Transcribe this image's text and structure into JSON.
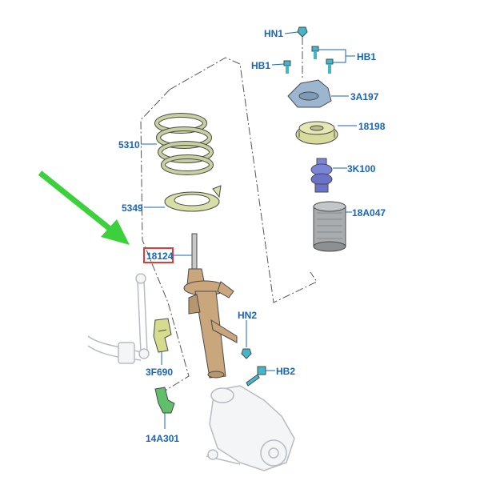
{
  "callouts": {
    "hn1": "HN1",
    "hb1_left": "HB1",
    "hb1_right": "HB1",
    "part_3a197": "3A197",
    "part_18198": "18198",
    "part_3k100": "3K100",
    "part_18a047": "18A047",
    "part_5310": "5310",
    "part_5349": "5349",
    "part_18124": "18124",
    "hn2": "HN2",
    "hb2": "HB2",
    "part_3f690": "3F690",
    "part_14a301": "14A301"
  },
  "highlight": {
    "selected_part": "18124",
    "box_color": "#e53935"
  },
  "colors": {
    "callout_text": "#1565c0",
    "arrow": "#3cd13c",
    "mount": "#9cb6cf",
    "bearing": "#d7dc9c",
    "bump_stop": "#7b84d6",
    "dust_boot": "#a9acaf",
    "spring": "#c9d0a0",
    "isolator": "#d8dfa6",
    "strut": "#c9a67c",
    "bracket": "#d6dc8e",
    "fastener": "#44b6c9"
  }
}
